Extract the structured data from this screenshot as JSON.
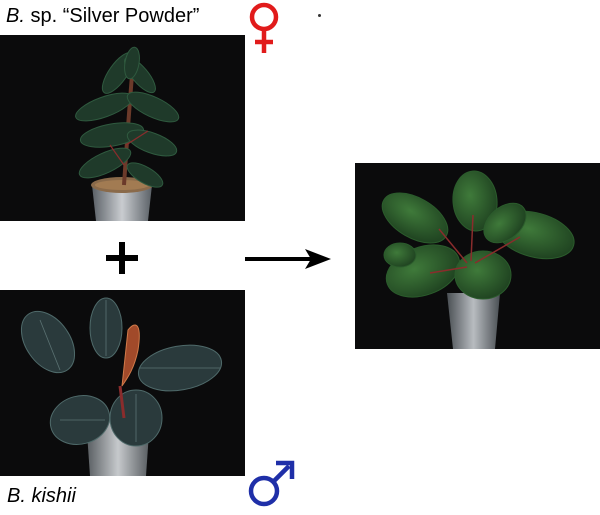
{
  "labels": {
    "mother_genus": "B.",
    "mother_name": " sp. “Silver Powder”",
    "father_name": "B. kishii"
  },
  "symbols": {
    "female": "female-symbol",
    "male": "male-symbol",
    "plus": "plus-sign",
    "arrow": "right-arrow"
  },
  "colors": {
    "female": "#e11b1b",
    "male": "#1f2fa8",
    "photo_background": "#0b0b0c"
  }
}
